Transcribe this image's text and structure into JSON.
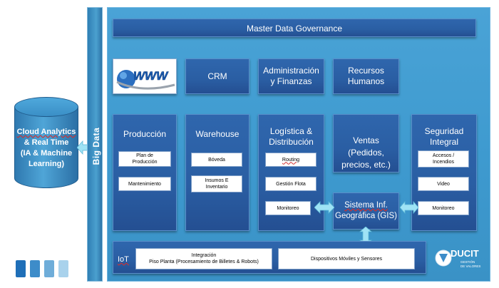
{
  "header": {
    "title": "Master Data Governance"
  },
  "top_row": {
    "web_icon_text": "WWW",
    "crm": "CRM",
    "admin_line1": "Administración",
    "admin_line2": "y Finanzas",
    "rrhh_line1": "Recursos",
    "rrhh_line2": "Humanos"
  },
  "columns": {
    "produccion": {
      "title": "Producción",
      "items": [
        "Plan de Producción",
        "Mantenimiento"
      ]
    },
    "warehouse": {
      "title": "Warehouse",
      "items": [
        "Bóveda",
        "Insumos E Inventario"
      ]
    },
    "logistica": {
      "title_line1": "Logística &",
      "title_line2": "Distribución",
      "items": [
        "Routing",
        "Gestión Flota",
        "Monitoreo"
      ]
    },
    "ventas": {
      "line1": "Ventas",
      "line2": "(Pedidos,",
      "line3": "precios, etc.)"
    },
    "seguridad": {
      "title_line1": "Seguridad",
      "title_line2": "Integral",
      "items": [
        "Accesos / Incendios",
        "Video",
        "Monitoreo"
      ]
    }
  },
  "sig": {
    "line1": "Sistema Inf.",
    "line2": "Geográfica (GIS)"
  },
  "iot": {
    "label": "IoT",
    "integration_line1": "Integración",
    "integration_line2": "Piso Planta (Procesamiento de Billetes & Robots)",
    "devices": "Dispositivos Móviles y Sensores"
  },
  "big_data": {
    "label": "Big Data"
  },
  "cloud": {
    "line1": "Cloud Analytics",
    "line2": "& Real Time",
    "line3": "(IA & Machine",
    "line4": "Learning)"
  },
  "logo": {
    "brand": "DUCIT",
    "tagline_line1": "GESTIÓN",
    "tagline_line2": "DE VALORES"
  },
  "colors": {
    "panel": "#4aa3d6",
    "block": "#2a5ea3",
    "arrow": "#9fe3f5",
    "legend": [
      "#1f6fb8",
      "#3d8cc9",
      "#6fadd9",
      "#a9d2ec"
    ]
  }
}
